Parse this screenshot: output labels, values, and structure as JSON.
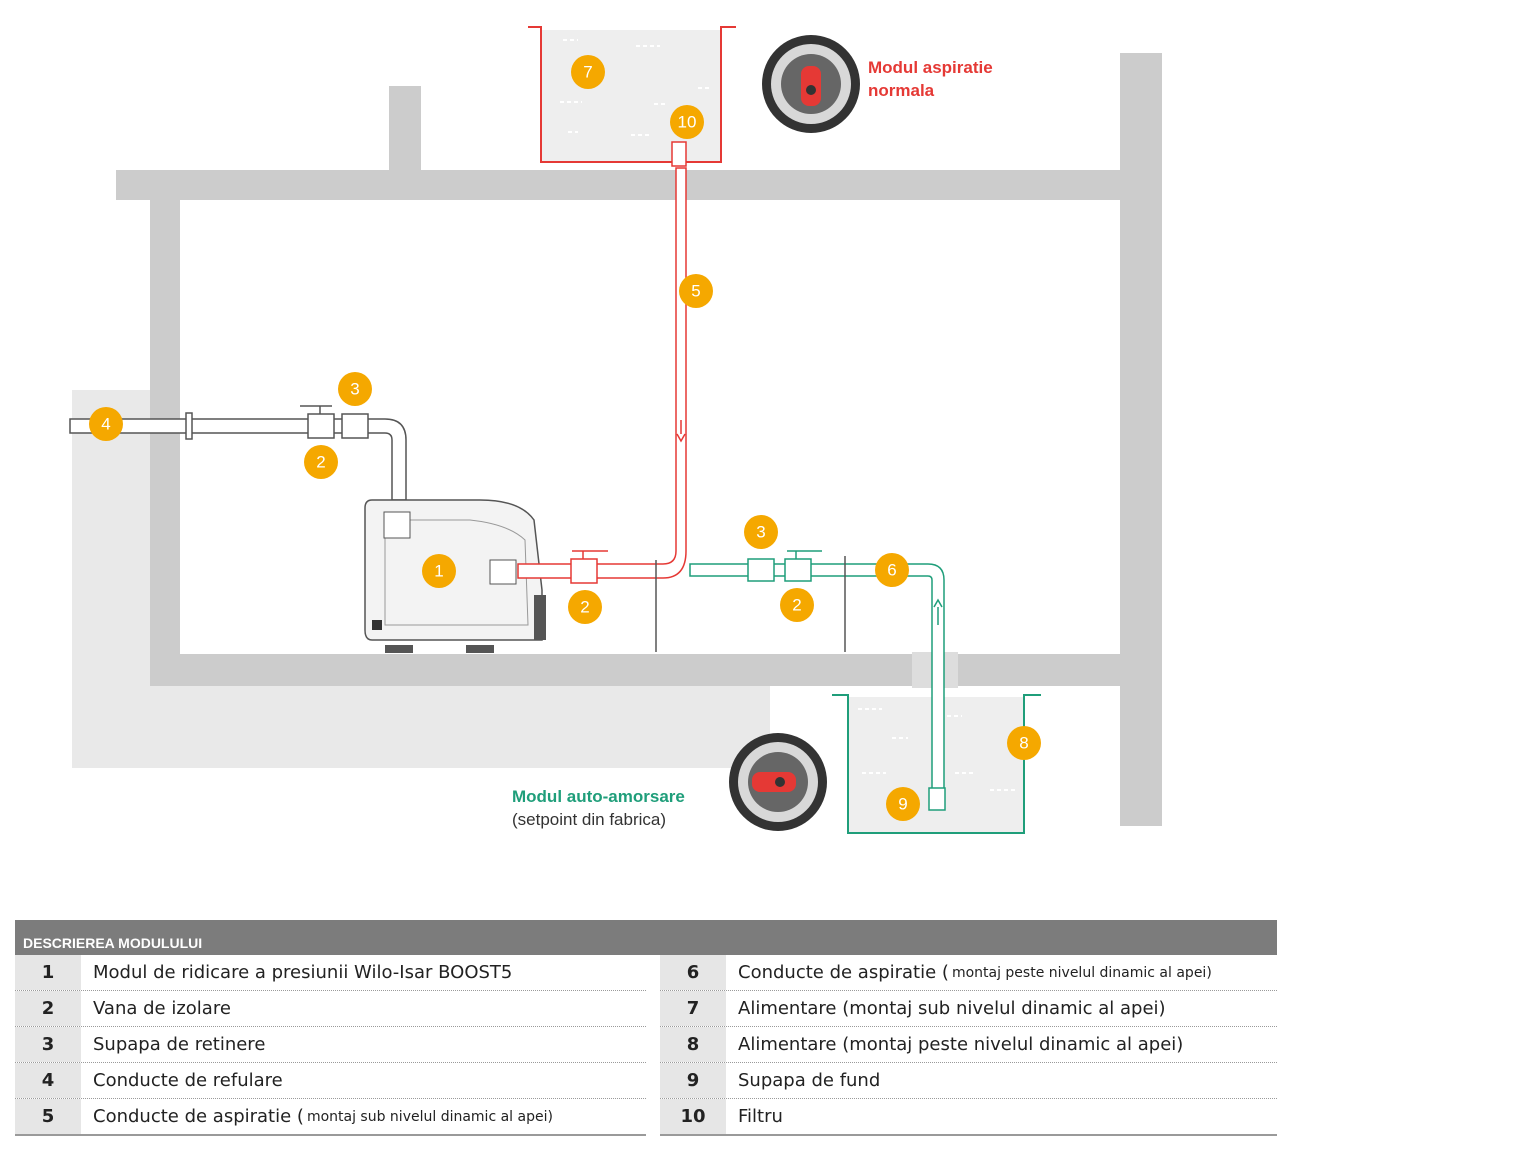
{
  "callouts": {
    "c1": "1",
    "c2a": "2",
    "c2b": "2",
    "c2c": "2",
    "c3a": "3",
    "c3b": "3",
    "c4": "4",
    "c5": "5",
    "c6": "6",
    "c7": "7",
    "c8": "8",
    "c9": "9",
    "c10": "10"
  },
  "modes": {
    "normal": {
      "line1": "Modul aspiratie",
      "line2": "normala"
    },
    "self_priming": {
      "title": "Modul auto-amorsare",
      "subtitle": "(setpoint din fabrica)"
    }
  },
  "legend": {
    "title": "DESCRIEREA MODULULUI",
    "left": [
      {
        "num": "1",
        "text": "Modul de ridicare a presiunii Wilo-Isar BOOST5",
        "note": ""
      },
      {
        "num": "2",
        "text": "Vana de izolare",
        "note": ""
      },
      {
        "num": "3",
        "text": "Supapa de retinere",
        "note": ""
      },
      {
        "num": "4",
        "text": "Conducte de refulare",
        "note": ""
      },
      {
        "num": "5",
        "text": "Conducte de aspiratie (",
        "note": "montaj sub nivelul dinamic al apei)"
      }
    ],
    "right": [
      {
        "num": "6",
        "text": "Conducte de aspiratie (",
        "note": "montaj peste nivelul dinamic al apei)"
      },
      {
        "num": "7",
        "text": "Alimentare (montaj sub nivelul dinamic al apei)",
        "note": ""
      },
      {
        "num": "8",
        "text": "Alimentare (montaj peste nivelul dinamic al apei)",
        "note": ""
      },
      {
        "num": "9",
        "text": "Supapa de fund",
        "note": ""
      },
      {
        "num": "10",
        "text": "Filtru",
        "note": ""
      }
    ]
  },
  "colors": {
    "wall": "#cccccc",
    "red_pipe": "#e53935",
    "green_pipe": "#1f9e7a",
    "callout": "#f5a800",
    "legend_header": "#7c7c7c"
  }
}
